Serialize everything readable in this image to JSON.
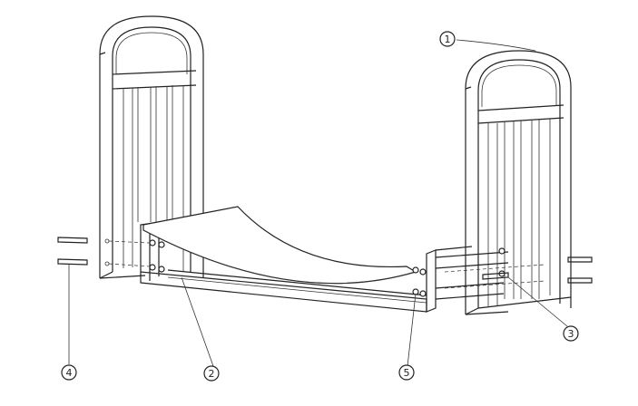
{
  "diagram": {
    "callouts": [
      {
        "id": "callout-1",
        "number": "1"
      },
      {
        "id": "callout-2",
        "number": "2"
      },
      {
        "id": "callout-3",
        "number": "3"
      },
      {
        "id": "callout-4",
        "number": "4"
      },
      {
        "id": "callout-5",
        "number": "5"
      }
    ]
  },
  "colors": {
    "line": "#222222",
    "background": "#ffffff"
  }
}
